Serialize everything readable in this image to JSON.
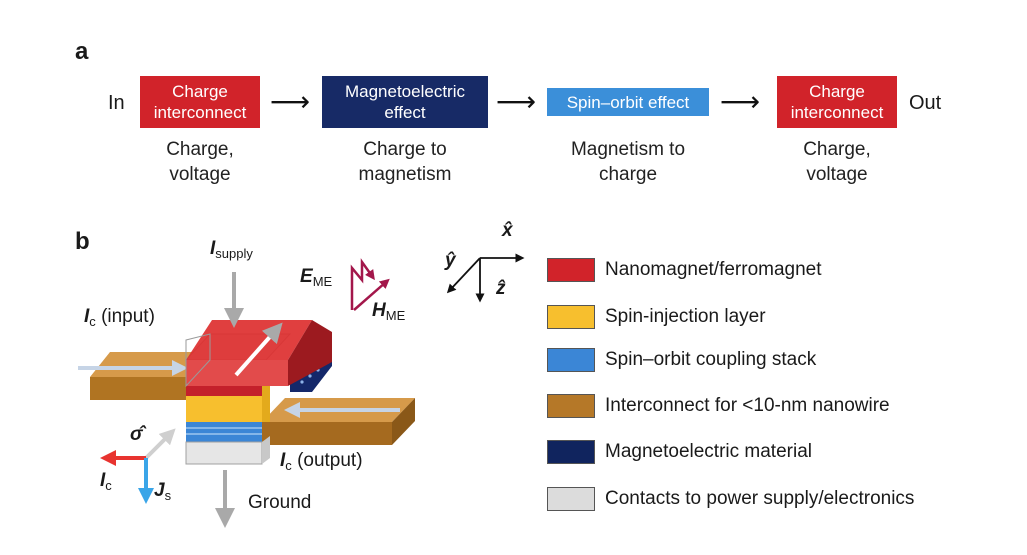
{
  "panel_a": {
    "letter": "a",
    "input_label": "In",
    "output_label": "Out",
    "steps": [
      {
        "label": "Charge interconnect",
        "caption": "Charge, voltage",
        "color": "#d1232a"
      },
      {
        "label": "Magnetoelectric effect",
        "caption": "Charge to magnetism",
        "color": "#172a66"
      },
      {
        "label": "Spin–orbit effect",
        "caption": "Magnetism to charge",
        "color": "#3b8fd9"
      },
      {
        "label": "Charge interconnect",
        "caption": "Charge, voltage",
        "color": "#d1232a"
      }
    ],
    "arrow_glyph": "⟶"
  },
  "panel_b": {
    "letter": "b",
    "labels": {
      "i_supply_main": "I",
      "i_supply_sub": "supply",
      "ic_input_main": "I",
      "ic_input_sub": "c",
      "ic_input_text": "(input)",
      "ic_output_main": "I",
      "ic_output_sub": "c",
      "ic_output_text": "(output)",
      "ground": "Ground",
      "e_me_main": "E",
      "e_me_sub": "ME",
      "h_me_main": "H",
      "h_me_sub": "ME",
      "sigma": "σ̂",
      "ic_small_main": "I",
      "ic_small_sub": "c",
      "js_main": "J",
      "js_sub": "s"
    },
    "axes": {
      "x": "x̂",
      "y": "ŷ",
      "z": "ẑ"
    },
    "legend": [
      {
        "label": "Nanomagnet/ferromagnet",
        "color": "#d1232a"
      },
      {
        "label": "Spin-injection layer",
        "color": "#f7bf2e"
      },
      {
        "label": "Spin–orbit coupling stack",
        "color": "#3b86d6"
      },
      {
        "label": "Interconnect for <10-nm nanowire",
        "color": "#b57828"
      },
      {
        "label": "Magnetoelectric material",
        "color": "#10245e"
      },
      {
        "label": "Contacts to power supply/electronics",
        "color": "#dcdcdc"
      }
    ]
  }
}
